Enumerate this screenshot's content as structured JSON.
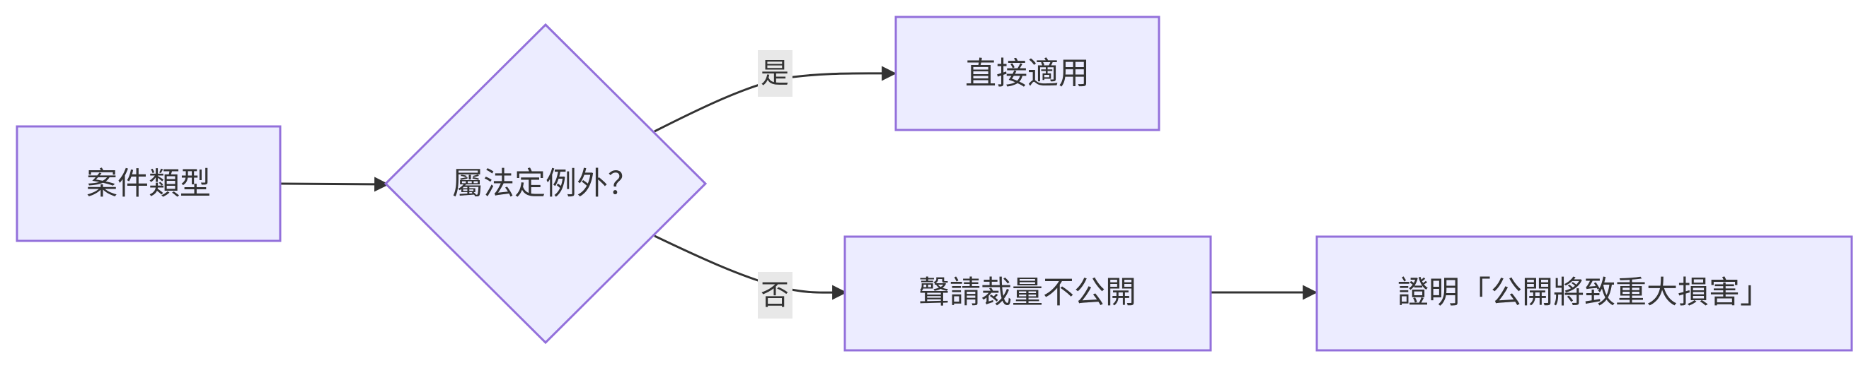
{
  "diagram": {
    "type": "flowchart",
    "nodes": {
      "case_type": "案件類型",
      "is_exception": "屬法定例外？",
      "direct_apply": "直接適用",
      "apply_ruling": "聲請裁量不公開",
      "prove_harm": "證明「公開將致重大損害」"
    },
    "edges": [
      {
        "from": "case_type",
        "to": "is_exception",
        "label": ""
      },
      {
        "from": "is_exception",
        "to": "direct_apply",
        "label": "是"
      },
      {
        "from": "is_exception",
        "to": "apply_ruling",
        "label": "否"
      },
      {
        "from": "apply_ruling",
        "to": "prove_harm",
        "label": ""
      }
    ],
    "colors": {
      "node_fill": "#ececff",
      "node_stroke": "#9370db",
      "edge": "#333333",
      "edge_label_bg": "#e8e8e8",
      "text": "#333333"
    }
  }
}
